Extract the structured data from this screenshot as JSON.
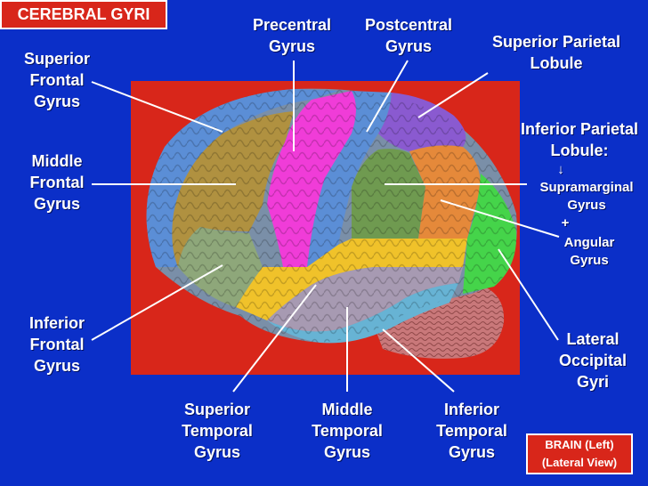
{
  "title": "CEREBRAL  GYRI",
  "view_label": {
    "line1": "BRAIN (Left)",
    "line2": "(Lateral View)"
  },
  "labels": {
    "superior_frontal": "Superior\nFrontal\nGyrus",
    "middle_frontal": "Middle\nFrontal\nGyrus",
    "inferior_frontal": "Inferior\nFrontal\nGyrus",
    "precentral": "Precentral\nGyrus",
    "postcentral": "Postcentral\nGyrus",
    "superior_parietal": "Superior Parietal\nLobule",
    "inferior_parietal": "Inferior Parietal\nLobule:",
    "arrow": "↓",
    "supramarginal": "Supramarginal\nGyrus",
    "plus": "+",
    "angular": "Angular\nGyrus",
    "lateral_occipital": "Lateral\nOccipital\nGyri",
    "superior_temporal": "Superior\nTemporal\nGyrus",
    "middle_temporal": "Middle\nTemporal\nGyrus",
    "inferior_temporal": "Inferior\nTemporal\nGyrus"
  },
  "colors": {
    "background": "#0b2fc8",
    "photo_backdrop": "#d8261a",
    "superior_frontal": "#5b8ed6",
    "middle_frontal": "#b09140",
    "inferior_frontal": "#8ea77a",
    "precentral": "#f03cd8",
    "postcentral": "#5b8ed6",
    "superior_parietal": "#8a5ad0",
    "supramarginal": "#6f9a50",
    "angular": "#e5893a",
    "lateral_occipital": "#45d44a",
    "superior_temporal": "#f0c22a",
    "middle_temporal": "#a79ab2",
    "inferior_temporal": "#67b3d4",
    "cerebellum": "#c9787a"
  }
}
